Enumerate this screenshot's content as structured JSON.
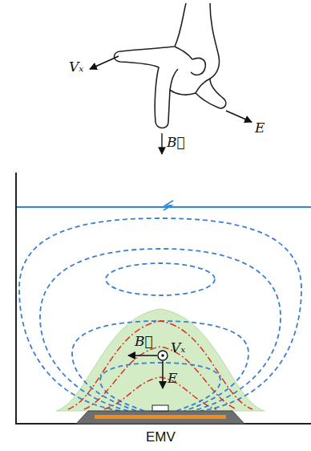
{
  "diagram": {
    "caption": "EMV",
    "labels": [
      "Vₓ",
      "E",
      "B⃗",
      "B⃗",
      "Vₓ",
      "E"
    ]
  }
}
